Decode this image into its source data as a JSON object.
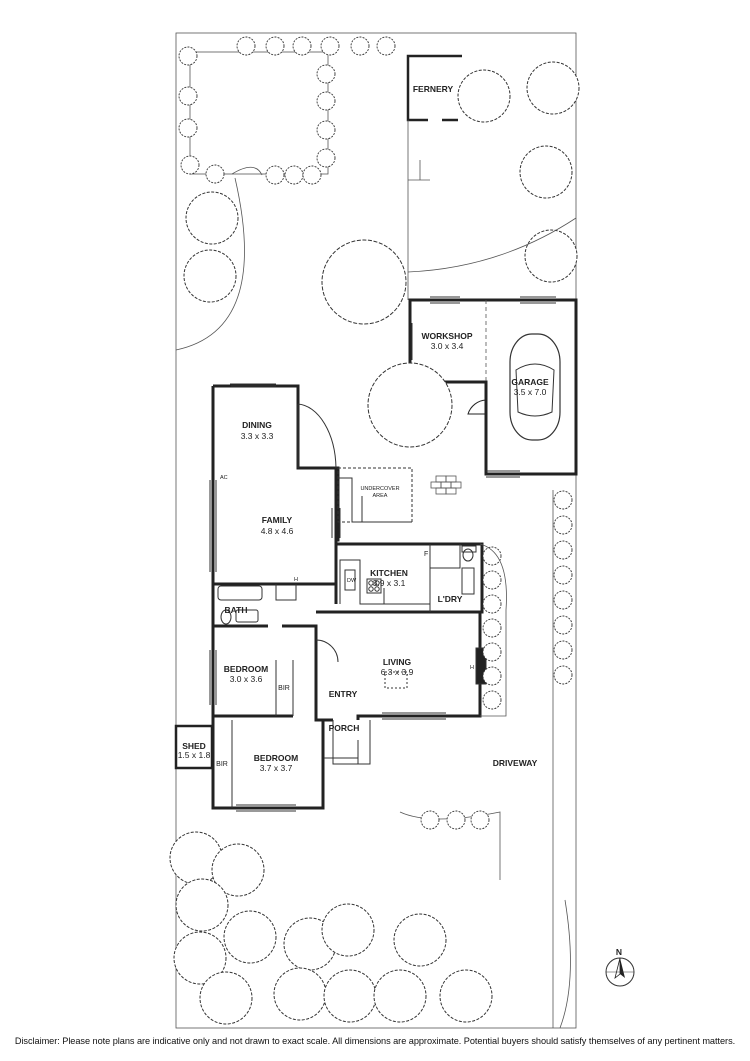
{
  "rooms": {
    "fernery": {
      "name": "FERNERY"
    },
    "workshop": {
      "name": "WORKSHOP",
      "dims": "3.0 x 3.4"
    },
    "garage": {
      "name": "GARAGE",
      "dims": "3.5 x 7.0"
    },
    "dining": {
      "name": "DINING",
      "dims": "3.3 x 3.3"
    },
    "undercover": {
      "line1": "UNDERCOVER",
      "line2": "AREA"
    },
    "family": {
      "name": "FAMILY",
      "dims": "4.8 x 4.6"
    },
    "kitchen": {
      "name": "KITCHEN",
      "dims": "3.9 x 3.1"
    },
    "laundry": {
      "name": "L'DRY"
    },
    "bath": {
      "name": "BATH"
    },
    "bedroom1": {
      "name": "BEDROOM",
      "dims": "3.0 x 3.6"
    },
    "bir1": {
      "name": "BIR"
    },
    "living": {
      "name": "LIVING",
      "dims": "6.3 x 3.9"
    },
    "entry": {
      "name": "ENTRY"
    },
    "porch": {
      "name": "PORCH"
    },
    "shed": {
      "name": "SHED",
      "dims": "1.5 x 1.8"
    },
    "bedroom2": {
      "name": "BEDROOM",
      "dims": "3.7 x 3.7"
    },
    "bir2": {
      "name": "BIR"
    }
  },
  "labels": {
    "driveway": "DRIVEWAY",
    "north": "N",
    "fridge": "F",
    "dishwasher": "DW",
    "heater_living": "H",
    "heater_bath": "H",
    "aircon": "AC"
  },
  "disclaimer": "Disclaimer: Please note plans are indicative only and not drawn to exact scale. All dimensions are approximate. Potential buyers should satisfy themselves of any pertinent matters."
}
